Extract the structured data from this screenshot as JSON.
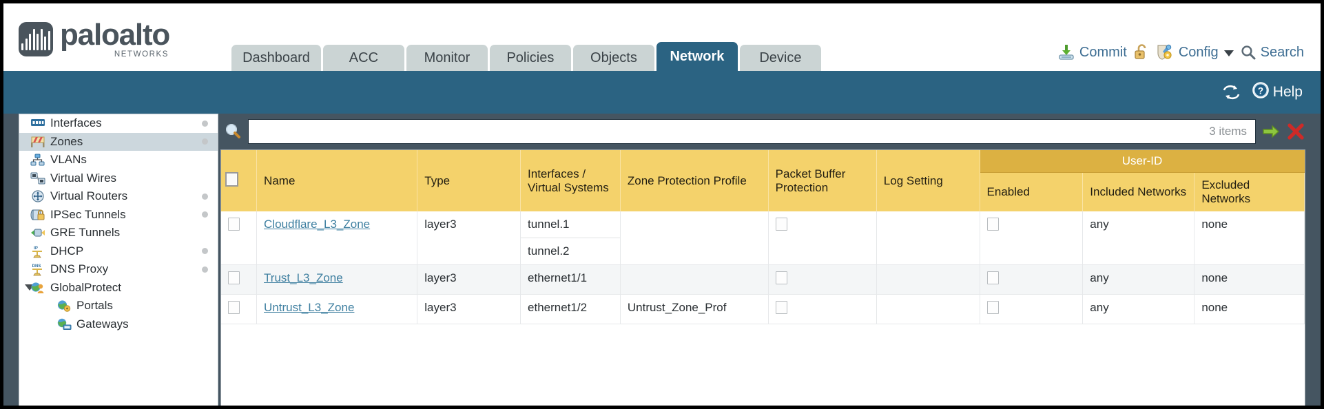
{
  "brand": {
    "name": "paloalto",
    "tagline": "NETWORKS"
  },
  "nav": {
    "tabs": [
      {
        "label": "Dashboard",
        "active": false
      },
      {
        "label": "ACC",
        "active": false
      },
      {
        "label": "Monitor",
        "active": false
      },
      {
        "label": "Policies",
        "active": false
      },
      {
        "label": "Objects",
        "active": false
      },
      {
        "label": "Network",
        "active": true
      },
      {
        "label": "Device",
        "active": false
      }
    ]
  },
  "topactions": {
    "commit": "Commit",
    "lock_icon": "unlocked-padlock-icon",
    "config": "Config",
    "search": "Search"
  },
  "blueband": {
    "refresh_icon": "refresh-icon",
    "help": "Help"
  },
  "sidebar": {
    "items": [
      {
        "label": "Interfaces",
        "icon": "interfaces-icon",
        "selected": false,
        "dot": true,
        "child": false,
        "twisty": false
      },
      {
        "label": "Zones",
        "icon": "zones-icon",
        "selected": true,
        "dot": true,
        "child": false,
        "twisty": false
      },
      {
        "label": "VLANs",
        "icon": "vlans-icon",
        "selected": false,
        "dot": false,
        "child": false,
        "twisty": false
      },
      {
        "label": "Virtual Wires",
        "icon": "virtual-wires-icon",
        "selected": false,
        "dot": false,
        "child": false,
        "twisty": false
      },
      {
        "label": "Virtual Routers",
        "icon": "virtual-routers-icon",
        "selected": false,
        "dot": true,
        "child": false,
        "twisty": false
      },
      {
        "label": "IPSec Tunnels",
        "icon": "ipsec-tunnels-icon",
        "selected": false,
        "dot": true,
        "child": false,
        "twisty": false
      },
      {
        "label": "GRE Tunnels",
        "icon": "gre-tunnels-icon",
        "selected": false,
        "dot": false,
        "child": false,
        "twisty": false
      },
      {
        "label": "DHCP",
        "icon": "dhcp-icon",
        "selected": false,
        "dot": true,
        "child": false,
        "twisty": false
      },
      {
        "label": "DNS Proxy",
        "icon": "dns-proxy-icon",
        "selected": false,
        "dot": true,
        "child": false,
        "twisty": false
      },
      {
        "label": "GlobalProtect",
        "icon": "globalprotect-icon",
        "selected": false,
        "dot": false,
        "child": false,
        "twisty": true
      },
      {
        "label": "Portals",
        "icon": "portals-icon",
        "selected": false,
        "dot": false,
        "child": true,
        "twisty": false
      },
      {
        "label": "Gateways",
        "icon": "gateways-icon",
        "selected": false,
        "dot": false,
        "child": true,
        "twisty": false
      }
    ]
  },
  "search": {
    "icon": "magnifier-icon",
    "value": "",
    "placeholder": "",
    "items_count": "3 items",
    "go_icon": "green-arrow-apply-icon",
    "clear_icon": "red-x-clear-icon"
  },
  "table": {
    "group_header": "User-ID",
    "columns": [
      "Name",
      "Type",
      "Interfaces / Virtual Systems",
      "Zone Protection Profile",
      "Packet Buffer Protection",
      "Log Setting",
      "Enabled",
      "Included Networks",
      "Excluded Networks"
    ],
    "rows": [
      {
        "selected": false,
        "name": "Cloudflare_L3_Zone",
        "type": "layer3",
        "interfaces": [
          "tunnel.1",
          "tunnel.2"
        ],
        "zone_protection_profile": "",
        "packet_buffer_protection": false,
        "log_setting": "",
        "userid_enabled": false,
        "included_networks": "any",
        "excluded_networks": "none"
      },
      {
        "selected": false,
        "name": "Trust_L3_Zone",
        "type": "layer3",
        "interfaces": [
          "ethernet1/1"
        ],
        "zone_protection_profile": "",
        "packet_buffer_protection": false,
        "log_setting": "",
        "userid_enabled": false,
        "included_networks": "any",
        "excluded_networks": "none"
      },
      {
        "selected": false,
        "name": "Untrust_L3_Zone",
        "type": "layer3",
        "interfaces": [
          "ethernet1/2"
        ],
        "zone_protection_profile": "Untrust_Zone_Prof",
        "packet_buffer_protection": false,
        "log_setting": "",
        "userid_enabled": false,
        "included_networks": "any",
        "excluded_networks": "none"
      }
    ]
  },
  "colors": {
    "brand_blue": "#2b6382",
    "tab_inactive": "#cbd4d4",
    "header_yellow": "#f4d26b",
    "group_yellow": "#dcb142",
    "link_blue": "#3e7fa0",
    "body_slate": "#455561"
  }
}
